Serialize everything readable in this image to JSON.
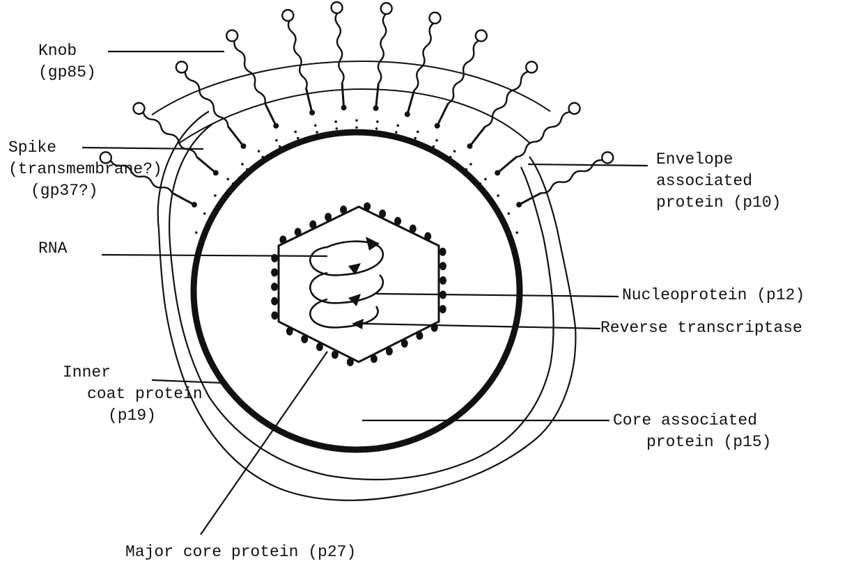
{
  "diagram": {
    "labels": {
      "knob": [
        "Knob",
        "(gp85)"
      ],
      "spike": [
        "Spike",
        "(transmembrane?)",
        "(gp37?)"
      ],
      "rna": [
        "RNA"
      ],
      "inner_coat": [
        "Inner",
        "coat protein",
        "(p19)"
      ],
      "major_core": [
        "Major core protein (p27)"
      ],
      "envelope": [
        "Envelope",
        "associated",
        "protein (p10)"
      ],
      "nucleoprotein": [
        "Nucleoprotein (p12)"
      ],
      "reverse_transcriptase": [
        "Reverse transcriptase"
      ],
      "core_associated": [
        "Core associated",
        "protein (p15)"
      ]
    },
    "colors": {
      "ink": "#111111",
      "paper": "#ffffff"
    }
  }
}
